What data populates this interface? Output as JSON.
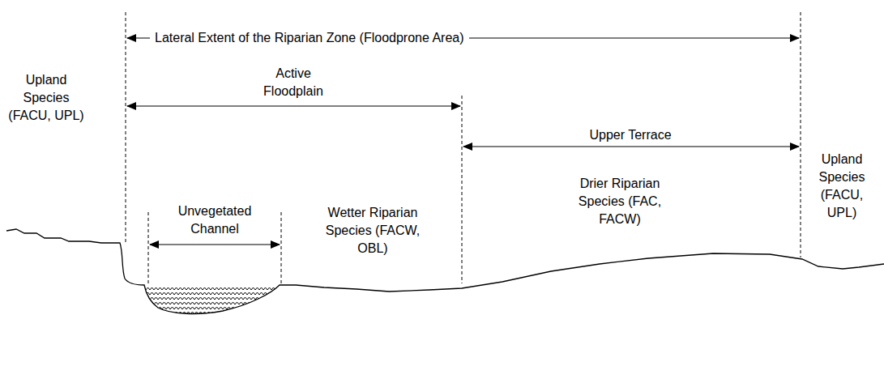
{
  "diagram": {
    "labels": [
      "Lateral Extent of the Riparian Zone (Floodprone Area)",
      "Active Floodplain",
      "Upper Terrace",
      "Upland Species (FACU, UPL)",
      "Upland Species (FACU, UPL)",
      "Unvegetated Channel",
      "Wetter Riparian Species (FACW, OBL)",
      "Drier Riparian Species (FAC, FACW)"
    ]
  }
}
